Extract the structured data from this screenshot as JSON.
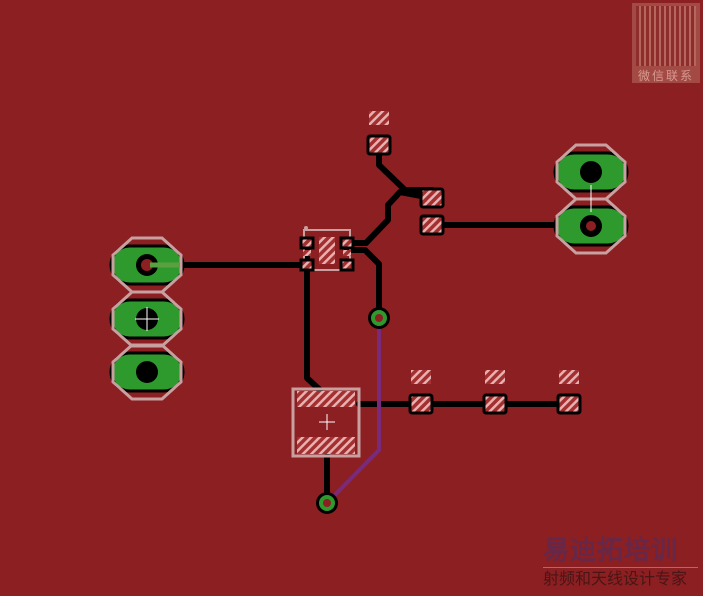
{
  "watermark": {
    "qr_caption": "微信联系"
  },
  "logo": {
    "title": "易迪拓培训",
    "subtitle": "射频和天线设计专家"
  },
  "colors": {
    "board": "#8b1f22",
    "pad": "#2e9a2e",
    "trace": "#000000",
    "silk": "#c8a0a0",
    "via_trace": "#7a2a7a"
  }
}
